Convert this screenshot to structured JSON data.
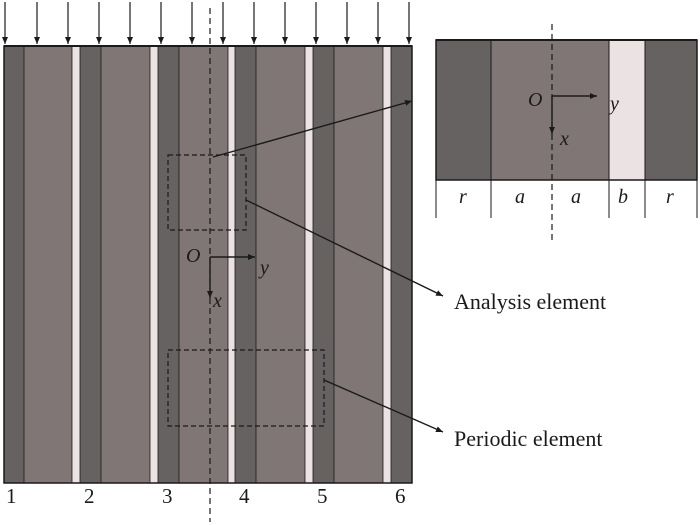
{
  "colors": {
    "dark_strip": "#676262",
    "mid_strip": "#807675",
    "light_strip": "#ebe3e3",
    "line": "#1a1a1a"
  },
  "main_panel": {
    "column_labels": [
      "1",
      "2",
      "3",
      "4",
      "5",
      "6"
    ],
    "axes": {
      "origin": "O",
      "x": "x",
      "y": "y"
    }
  },
  "inset": {
    "axes": {
      "origin": "O",
      "x": "x",
      "y": "y"
    },
    "segment_labels": [
      "r",
      "a",
      "a",
      "b",
      "r"
    ]
  },
  "callouts": {
    "analysis": "Analysis element",
    "periodic": "Periodic element"
  }
}
